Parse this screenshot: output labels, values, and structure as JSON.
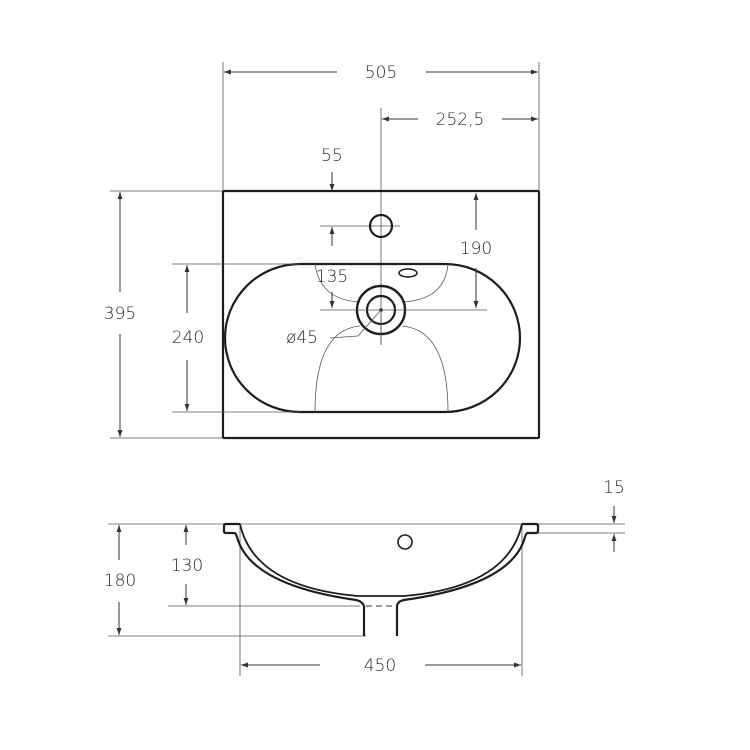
{
  "drawing": {
    "title": "Washbasin technical drawing",
    "units": "mm",
    "line_color": "#1e1e1e",
    "dim_color": "#555555"
  },
  "top_view": {
    "overall_width": "505",
    "half_width": "252,5",
    "tap_hole_offset": "55",
    "depth": "395",
    "bowl_depth": "240",
    "tap_to_drain": "190",
    "overflow_to_drain": "135",
    "drain_diameter": "ø45"
  },
  "side_view": {
    "rim_thickness": "15",
    "total_height": "180",
    "bowl_height": "130",
    "bowl_width": "450"
  }
}
